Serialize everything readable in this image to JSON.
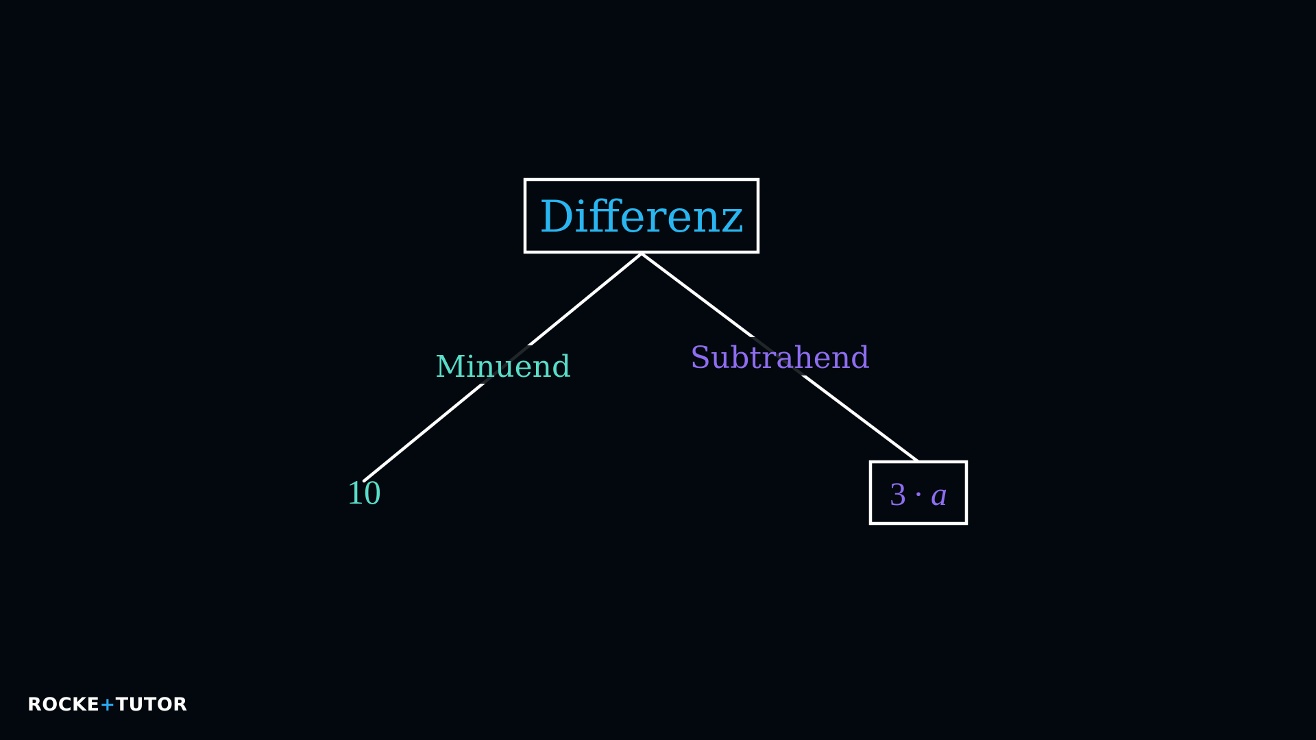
{
  "diagram": {
    "root": {
      "label": "Differenz",
      "color": "#29b6f0"
    },
    "left_edge": {
      "label": "Minuend",
      "color": "#59ddc9"
    },
    "right_edge": {
      "label": "Subtrahend",
      "color": "#8e6df0"
    },
    "left_leaf": {
      "label": "10",
      "color": "#59ddc9"
    },
    "right_leaf": {
      "number": "3",
      "operator": "·",
      "variable": "a",
      "color": "#8e6df0"
    },
    "line_color": "#ffffff"
  },
  "branding": {
    "logo_text_1": "ROCKE",
    "logo_plus": "+",
    "logo_text_2": "TUTOR",
    "logo_accent": "#2aa8f2"
  }
}
